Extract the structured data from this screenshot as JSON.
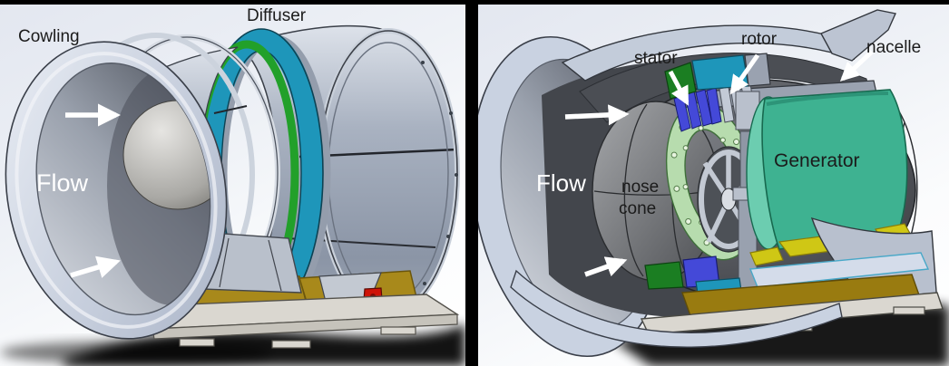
{
  "figure": {
    "description": "Two-panel CAD rendering of a ducted hydrokinetic turbine: assembled view (left) and cutaway section view (right)"
  },
  "colors": {
    "teal_ring": "#1e96ba",
    "green_ring": "#22a02a",
    "generator_teal": "#3eb291",
    "base_gold": "#a8891b",
    "base_gold_dark": "#997b10",
    "lug_red": "#cf1408",
    "stator_blue": "#4449d8",
    "perforated_ring_green": "#b7dcae",
    "skid_gray": "#dad7d0",
    "nacelle_dark": "#4a4d53",
    "arrow_white": "#ffffff"
  },
  "left_panel": {
    "name": "assembled-view",
    "labels": {
      "cowling": "Cowling",
      "diffuser": "Diffuser",
      "flow": "Flow"
    }
  },
  "right_panel": {
    "name": "cutaway-view",
    "labels": {
      "stator": "stator",
      "rotor": "rotor",
      "nacelle": "nacelle",
      "generator": "Generator",
      "nose_line1": "nose",
      "nose_line2": "cone",
      "flow": "Flow"
    }
  }
}
